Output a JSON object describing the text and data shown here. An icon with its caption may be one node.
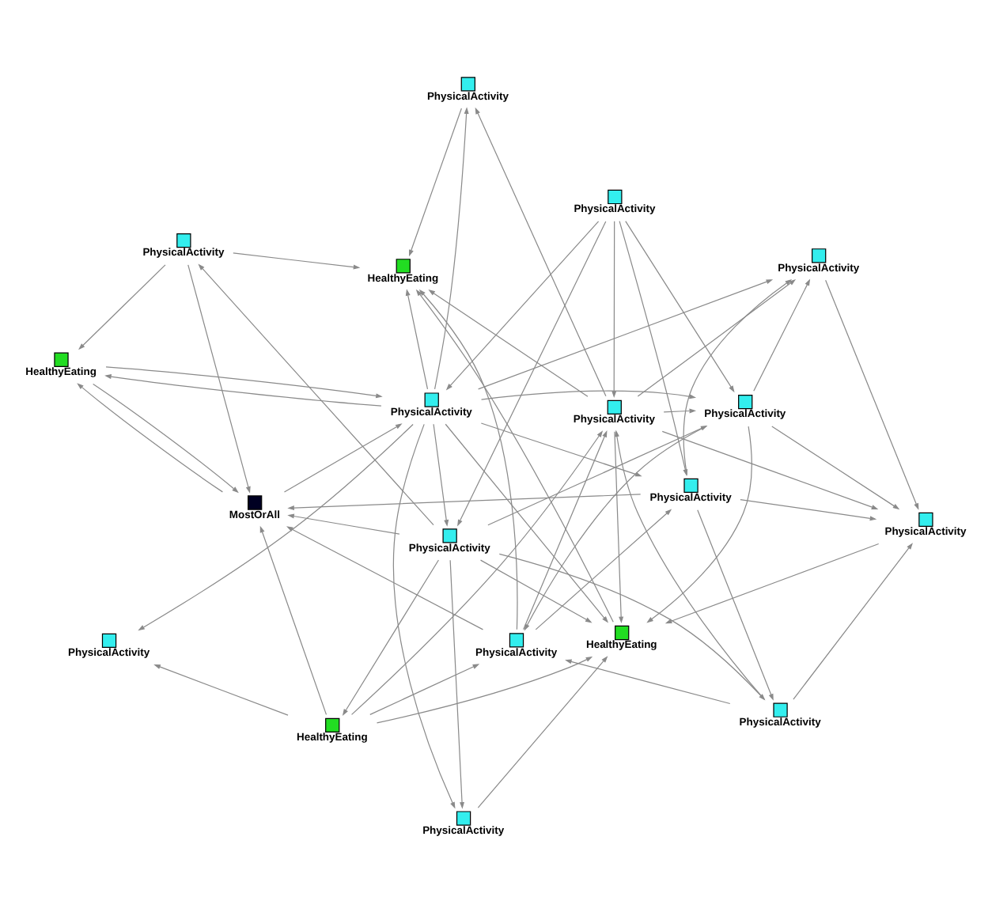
{
  "diagram": {
    "nodes": [
      {
        "text": [
          "PhysicalActivity"
        ]
      },
      {
        "text": [
          "PhysicalActivity"
        ]
      },
      {
        "text": [
          "HealthyEating"
        ]
      },
      {
        "text": [
          "PhysicalActivity"
        ]
      },
      {
        "text": [
          "PhysicalActivity"
        ]
      },
      {
        "text": [
          "MostOrAll"
        ]
      },
      {
        "text": [
          "HealthyEating"
        ]
      },
      {
        "text": [
          "PhysicalActivity"
        ]
      },
      {
        "text": [
          "PhysicalActivity"
        ]
      },
      {
        "text": [
          "PhysicalActivity"
        ]
      },
      {
        "text": [
          "PhysicalActivity"
        ]
      },
      {
        "text": [
          "PhysicalActivity"
        ]
      },
      {
        "text": [
          "PhysicalActivity"
        ]
      },
      {
        "text": [
          "PhysicalActivity"
        ]
      },
      {
        "text": [
          "HealthyEating"
        ]
      },
      {
        "text": [
          "PhysicalActivity"
        ]
      },
      {
        "text": [
          "PhysicalActivity"
        ]
      },
      {
        "text": [
          "HealthyEating"
        ]
      },
      {
        "text": [
          "PhysicalActivity"
        ]
      }
    ],
    "edges": [
      {
        "from": 2,
        "to": 0,
        "arrow": "to"
      },
      {
        "from": 10,
        "to": 0,
        "arrow": "to"
      },
      {
        "from": 3,
        "to": 6,
        "arrow": "to"
      },
      {
        "from": 3,
        "to": 5,
        "arrow": "to"
      },
      {
        "from": 6,
        "to": 5,
        "arrow": "to"
      },
      {
        "from": 5,
        "to": 6,
        "arrow": "to"
      },
      {
        "from": 3,
        "to": 14,
        "arrow": "to"
      },
      {
        "from": 4,
        "to": 3,
        "arrow": "to"
      },
      {
        "from": 2,
        "to": 5,
        "arrow": "to"
      },
      {
        "from": 7,
        "to": 5,
        "arrow": "to"
      },
      {
        "from": 4,
        "to": 5,
        "arrow": "to"
      },
      {
        "from": 5,
        "to": 10,
        "arrow": "to"
      },
      {
        "from": 10,
        "to": 6,
        "arrow": "to"
      },
      {
        "from": 6,
        "to": 10,
        "arrow": "to"
      },
      {
        "from": 1,
        "to": 4,
        "arrow": "to"
      },
      {
        "from": 1,
        "to": 9,
        "arrow": "to"
      },
      {
        "from": 1,
        "to": 10,
        "arrow": "to"
      },
      {
        "from": 1,
        "to": 11,
        "arrow": "to"
      },
      {
        "from": 1,
        "to": 12,
        "arrow": "to"
      },
      {
        "from": 4,
        "to": 2,
        "arrow": "to"
      },
      {
        "from": 2,
        "to": 7,
        "arrow": "to"
      },
      {
        "from": 2,
        "to": 12,
        "arrow": "to"
      },
      {
        "from": 2,
        "to": 17,
        "arrow": "to"
      },
      {
        "from": 4,
        "to": 8,
        "arrow": "to"
      },
      {
        "from": 9,
        "to": 8,
        "arrow": "to"
      },
      {
        "from": 7,
        "to": 9,
        "arrow": "to"
      },
      {
        "from": 8,
        "to": 12,
        "arrow": "to"
      },
      {
        "from": 8,
        "to": 15,
        "arrow": "to"
      },
      {
        "from": 9,
        "to": 13,
        "arrow": "to"
      },
      {
        "from": 4,
        "to": 11,
        "arrow": "to"
      },
      {
        "from": 4,
        "to": 17,
        "arrow": "to"
      },
      {
        "from": 7,
        "to": 12,
        "arrow": "to"
      },
      {
        "from": 7,
        "to": 14,
        "arrow": "to"
      },
      {
        "from": 10,
        "to": 4,
        "arrow": "to"
      },
      {
        "from": 10,
        "to": 9,
        "arrow": "to"
      },
      {
        "from": 10,
        "to": 11,
        "arrow": "to"
      },
      {
        "from": 10,
        "to": 13,
        "arrow": "to"
      },
      {
        "from": 10,
        "to": 14,
        "arrow": "to"
      },
      {
        "from": 10,
        "to": 16,
        "arrow": "to"
      },
      {
        "from": 10,
        "to": 17,
        "arrow": "to"
      },
      {
        "from": 10,
        "to": 18,
        "arrow": "to"
      },
      {
        "from": 11,
        "to": 13,
        "arrow": "to"
      },
      {
        "from": 11,
        "to": 7,
        "arrow": "to"
      },
      {
        "from": 11,
        "to": 15,
        "arrow": "to"
      },
      {
        "from": 11,
        "to": 17,
        "arrow": "to"
      },
      {
        "from": 12,
        "to": 13,
        "arrow": "to"
      },
      {
        "from": 12,
        "to": 11,
        "arrow": "to"
      },
      {
        "from": 12,
        "to": 15,
        "arrow": "to"
      },
      {
        "from": 12,
        "to": 17,
        "arrow": "to"
      },
      {
        "from": 12,
        "to": 14,
        "arrow": "to"
      },
      {
        "from": 13,
        "to": 15,
        "arrow": "to"
      },
      {
        "from": 9,
        "to": 15,
        "arrow": "to"
      },
      {
        "from": 15,
        "to": 17,
        "arrow": "to"
      },
      {
        "from": 16,
        "to": 17,
        "arrow": "to"
      },
      {
        "from": 17,
        "to": 14,
        "arrow": "to"
      },
      {
        "from": 18,
        "to": 14,
        "arrow": "to"
      },
      {
        "from": 12,
        "to": 18,
        "arrow": "to"
      },
      {
        "from": 4,
        "to": 16,
        "arrow": "to"
      },
      {
        "from": 9,
        "to": 5,
        "arrow": "to"
      },
      {
        "from": 8,
        "to": 7,
        "arrow": "to"
      }
    ]
  }
}
